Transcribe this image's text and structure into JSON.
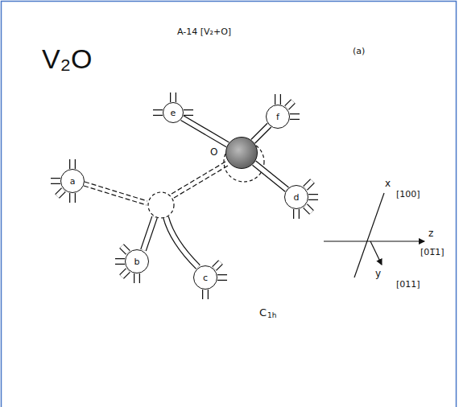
{
  "diagram": {
    "nodes": [
      {
        "text": [
          "e"
        ]
      },
      {
        "text": [
          "f"
        ]
      },
      {
        "text": [
          "O"
        ]
      },
      {
        "text": [
          "a"
        ]
      },
      {
        "text": [
          "d"
        ]
      },
      {
        "text": [
          "b"
        ]
      },
      {
        "text": [
          "c"
        ]
      }
    ],
    "edges": [
      {
        "from": 0,
        "to": 2,
        "arrow": "none"
      },
      {
        "from": 1,
        "to": 2,
        "arrow": "none"
      },
      {
        "from": 4,
        "to": 2,
        "arrow": "none"
      }
    ],
    "labels": [
      "V₂O",
      "A-14 [V₂+O]",
      "(a)",
      "x",
      "[100]",
      "z",
      "[01̅1]",
      "y",
      "[011]",
      "C",
      "1h"
    ]
  }
}
